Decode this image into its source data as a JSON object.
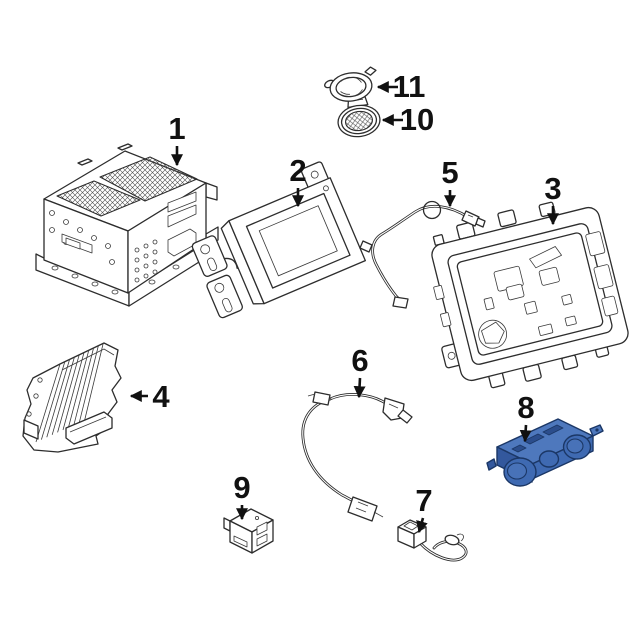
{
  "colors": {
    "background": "#ffffff",
    "line_art": "#2d2d2d",
    "callout": "#111111",
    "highlight_part_fill": "#3f6ab2",
    "highlight_part_outline": "#1b3766"
  },
  "callouts": [
    {
      "number": "1",
      "part": "radio-chassis-unit"
    },
    {
      "number": "2",
      "part": "display-screen-unit"
    },
    {
      "number": "3",
      "part": "mounting-frame"
    },
    {
      "number": "4",
      "part": "amplifier-module"
    },
    {
      "number": "5",
      "part": "antenna-cable"
    },
    {
      "number": "6",
      "part": "wiring-harness"
    },
    {
      "number": "7",
      "part": "connector-pigtail"
    },
    {
      "number": "8",
      "part": "control-unit-highlighted"
    },
    {
      "number": "9",
      "part": "switch-module"
    },
    {
      "number": "10",
      "part": "speaker"
    },
    {
      "number": "11",
      "part": "speaker-bracket-ring"
    }
  ]
}
